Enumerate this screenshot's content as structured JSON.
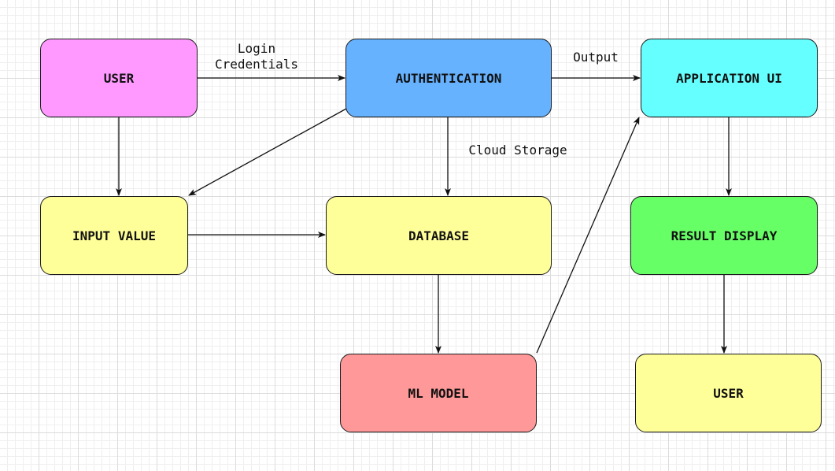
{
  "nodes": {
    "user_top": {
      "label": "USER",
      "color": "#ff99ff"
    },
    "authentication": {
      "label": "AUTHENTICATION",
      "color": "#66b2ff"
    },
    "application_ui": {
      "label": "APPLICATION UI",
      "color": "#66ffff"
    },
    "input_value": {
      "label": "INPUT VALUE",
      "color": "#ffff99"
    },
    "database": {
      "label": "DATABASE",
      "color": "#ffff99"
    },
    "result_display": {
      "label": "RESULT DISPLAY",
      "color": "#66ff66"
    },
    "ml_model": {
      "label": "ML MODEL",
      "color": "#ff9999"
    },
    "user_bottom": {
      "label": "USER",
      "color": "#ffff99"
    }
  },
  "edge_labels": {
    "login_credentials": "Login\nCredentials",
    "output": "Output",
    "cloud_storage": "Cloud Storage"
  },
  "edges": [
    {
      "from": "user_top",
      "to": "authentication",
      "label": "login_credentials"
    },
    {
      "from": "authentication",
      "to": "application_ui",
      "label": "output"
    },
    {
      "from": "user_top",
      "to": "input_value"
    },
    {
      "from": "authentication",
      "to": "input_value"
    },
    {
      "from": "authentication",
      "to": "database",
      "label": "cloud_storage"
    },
    {
      "from": "input_value",
      "to": "database"
    },
    {
      "from": "database",
      "to": "ml_model"
    },
    {
      "from": "ml_model",
      "to": "application_ui"
    },
    {
      "from": "application_ui",
      "to": "result_display"
    },
    {
      "from": "result_display",
      "to": "user_bottom"
    }
  ]
}
